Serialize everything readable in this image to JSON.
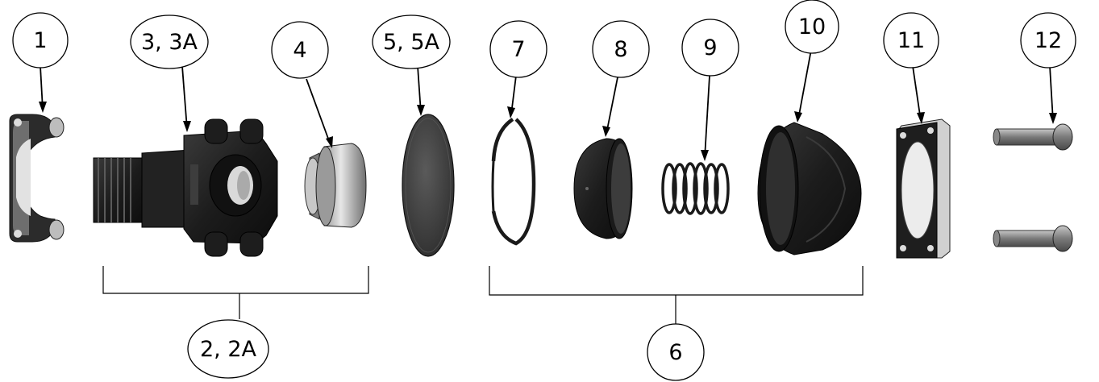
{
  "callouts": {
    "c1": "1",
    "c3": "3, 3A",
    "c4": "4",
    "c5": "5, 5A",
    "c7": "7",
    "c8": "8",
    "c9": "9",
    "c10": "10",
    "c11": "11",
    "c12": "12",
    "c2": "2, 2A",
    "c6": "6"
  },
  "parts": [
    {
      "callout": "1",
      "icon": "half-clamp-bracket"
    },
    {
      "callout": "3, 3A",
      "icon": "valve-body-with-threaded-nipple"
    },
    {
      "callout": "4",
      "icon": "sleeve-bushing"
    },
    {
      "callout": "5, 5A",
      "icon": "diaphragm-disc"
    },
    {
      "callout": "7",
      "icon": "retaining-ring"
    },
    {
      "callout": "8",
      "icon": "cup-seal"
    },
    {
      "callout": "9",
      "icon": "coil-spring"
    },
    {
      "callout": "10",
      "icon": "bell-housing"
    },
    {
      "callout": "11",
      "icon": "mounting-flange-plate"
    },
    {
      "callout": "12",
      "icon": "bolts"
    }
  ],
  "assemblies": [
    {
      "callout": "2, 2A",
      "includes": [
        "3, 3A",
        "4"
      ]
    },
    {
      "callout": "6",
      "includes": [
        "7",
        "8",
        "9",
        "10"
      ]
    }
  ],
  "colors": {
    "part_dark": "#1e1e1e",
    "part_gray": "#8a8a8a",
    "part_light": "#d8d8d8",
    "line": "#000000"
  }
}
